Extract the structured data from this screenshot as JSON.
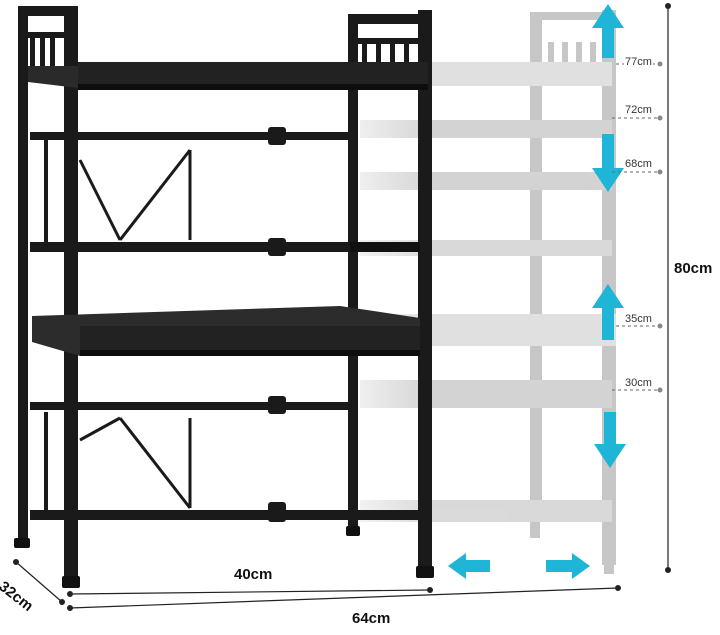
{
  "dimensions": {
    "depth": "32cm",
    "min_width": "40cm",
    "max_width": "64cm",
    "height": "80cm"
  },
  "shelf_heights": [
    "77cm",
    "72cm",
    "68cm",
    "35cm",
    "30cm"
  ],
  "colors": {
    "frame": "#1a1a1a",
    "ghost_frame": "#b5b5b5",
    "arrow": "#1fb5d6",
    "dim_line": "#222222"
  },
  "icons": {
    "vertical_adjust": "double-arrow-vertical-icon",
    "horizontal_adjust": "double-arrow-horizontal-icon"
  }
}
